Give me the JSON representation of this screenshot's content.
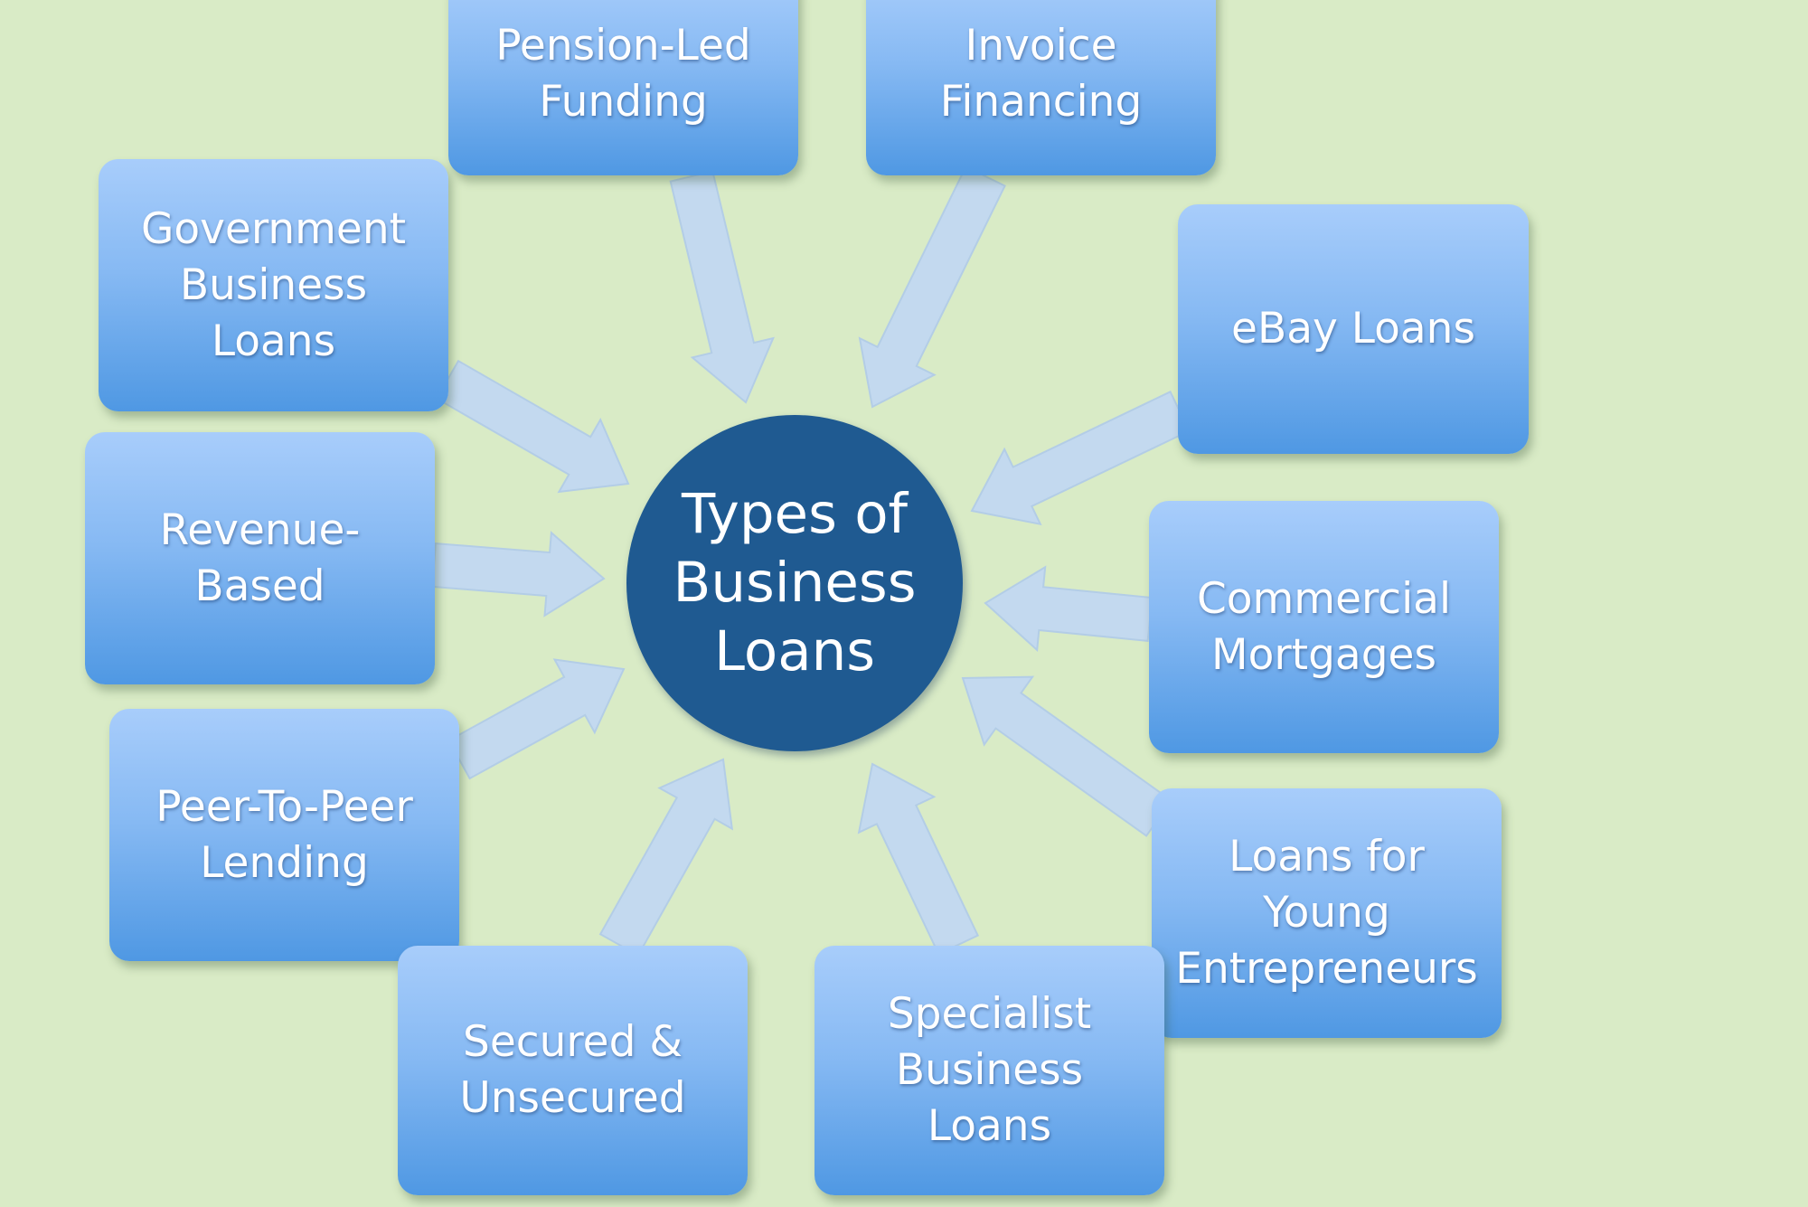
{
  "diagram": {
    "center": {
      "label": "Types of\nBusiness\nLoans"
    },
    "colors": {
      "background": "#d9ebc6",
      "center_fill": "#1f5a91",
      "box_gradient_top": "#a8cdfb",
      "box_gradient_bottom": "#4f98e3",
      "arrow_fill": "#c3d9ef",
      "text": "#ffffff"
    },
    "arrow_direction": "inward",
    "nodes": [
      {
        "id": "pension-led-funding",
        "label": "Pension-Led\nFunding"
      },
      {
        "id": "invoice-financing",
        "label": "Invoice\nFinancing"
      },
      {
        "id": "government-business-loans",
        "label": "Government\nBusiness\nLoans"
      },
      {
        "id": "ebay-loans",
        "label": "eBay Loans"
      },
      {
        "id": "revenue-based",
        "label": "Revenue-\nBased"
      },
      {
        "id": "commercial-mortgages",
        "label": "Commercial\nMortgages"
      },
      {
        "id": "peer-to-peer-lending",
        "label": "Peer-To-Peer\nLending"
      },
      {
        "id": "loans-for-young-entrepreneurs",
        "label": "Loans for\nYoung\nEntrepreneurs"
      },
      {
        "id": "secured-unsecured",
        "label": "Secured &\nUnsecured"
      },
      {
        "id": "specialist-business-loans",
        "label": "Specialist\nBusiness\nLoans"
      }
    ]
  }
}
